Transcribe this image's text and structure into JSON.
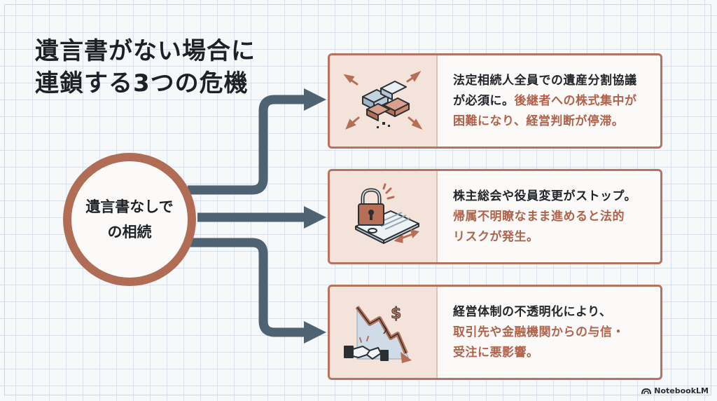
{
  "title": {
    "line1": "遺言書がない場合に",
    "line2": "連鎖する3つの危機"
  },
  "hub": {
    "label": "遺言書なしでの相続"
  },
  "cards": [
    {
      "icon": "scattered-puzzle-icon",
      "plain": [
        "法定相続人全員での遺産分割協議",
        "が必須に。"
      ],
      "accent": [
        "後継者への株式集中が",
        "困難になり、経営判断が停滞。"
      ]
    },
    {
      "icon": "locked-document-icon",
      "plain": [
        "株主総会や役員変更がストップ。"
      ],
      "accent": [
        "帰属不明瞭なまま進めると法的",
        "リスクが発生。"
      ]
    },
    {
      "icon": "falling-chart-handshake-icon",
      "plain": [
        "経営体制の不透明化により、"
      ],
      "accent": [
        "取引先や金融機関からの与信・",
        "受注に悪影響。"
      ]
    }
  ],
  "colors": {
    "accent": "#b0624a",
    "hub_ring": "#b16c56",
    "card_border": "#b6735e",
    "connector": "#4f6272"
  },
  "watermark": {
    "label": "NotebookLM"
  }
}
